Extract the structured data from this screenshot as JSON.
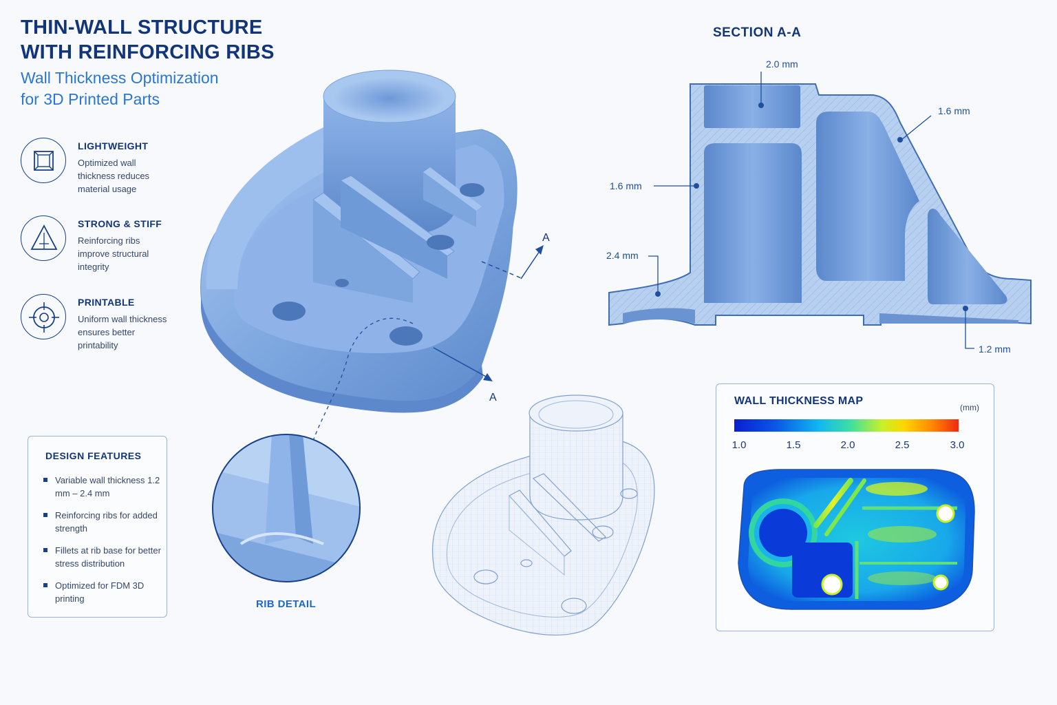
{
  "header": {
    "title_line1": "THIN-WALL STRUCTURE",
    "title_line2": "WITH REINFORCING RIBS",
    "subtitle_line1": "Wall Thickness Optimization",
    "subtitle_line2": "for 3D Printed Parts"
  },
  "features": [
    {
      "icon": "cube-icon",
      "title": "LIGHTWEIGHT",
      "desc": "Optimized wall thickness reduces material usage"
    },
    {
      "icon": "triangle-icon",
      "title": "STRONG & STIFF",
      "desc": "Reinforcing ribs improve structural integrity"
    },
    {
      "icon": "crosshair-icon",
      "title": "PRINTABLE",
      "desc": "Uniform wall thickness ensures better printability"
    }
  ],
  "design_features": {
    "title": "DESIGN FEATURES",
    "items": [
      "Variable wall thickness 1.2 mm – 2.4 mm",
      "Reinforcing ribs for added strength",
      "Fillets at rib base for better stress distribution",
      "Optimized for FDM 3D printing"
    ]
  },
  "section": {
    "marker_top": "A",
    "marker_bottom": "A",
    "title": "SECTION A-A",
    "dims": {
      "top": "2.0 mm",
      "right_wall": "1.6 mm",
      "left_wall": "1.6 mm",
      "base_left": "2.4 mm",
      "base_right": "1.2 mm"
    }
  },
  "rib_detail": {
    "label": "RIB DETAIL"
  },
  "thickness_map": {
    "title": "WALL THICKNESS MAP",
    "unit": "(mm)",
    "ticks": [
      "1.0",
      "1.5",
      "2.0",
      "2.5",
      "3.0"
    ],
    "range": [
      1.0,
      3.0
    ],
    "colors": {
      "low": "#0a1fd0",
      "mid": "#3ee0a0",
      "high": "#ee2a10"
    }
  }
}
